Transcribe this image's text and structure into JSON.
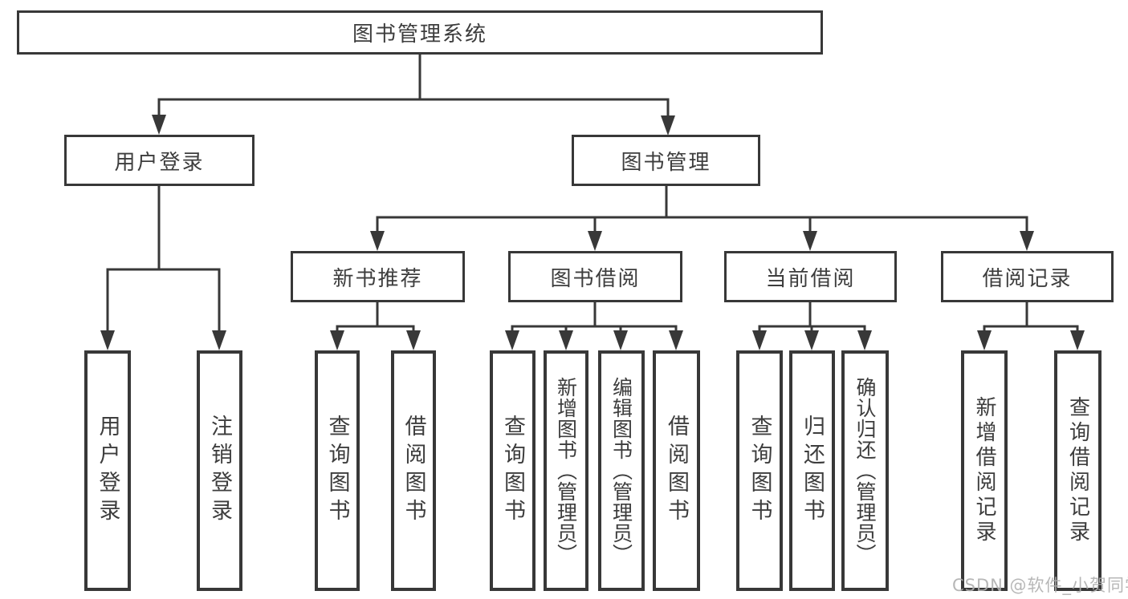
{
  "tree": {
    "root": {
      "label": "图书管理系统"
    },
    "branches": [
      {
        "label": "用户登录",
        "children": [
          {
            "label": "用户登录"
          },
          {
            "label": "注销登录"
          }
        ]
      },
      {
        "label": "图书管理",
        "children": [
          {
            "label": "新书推荐",
            "children": [
              {
                "label": "查询图书"
              },
              {
                "label": "借阅图书"
              }
            ]
          },
          {
            "label": "图书借阅",
            "children": [
              {
                "label": "查询图书"
              },
              {
                "label": "新增图书（管理员）"
              },
              {
                "label": "编辑图书（管理员）"
              },
              {
                "label": "借阅图书"
              }
            ]
          },
          {
            "label": "当前借阅",
            "children": [
              {
                "label": "查询图书"
              },
              {
                "label": "归还图书"
              },
              {
                "label": "确认归还（管理员）"
              }
            ]
          },
          {
            "label": "借阅记录",
            "children": [
              {
                "label": "新增借阅记录"
              },
              {
                "label": "查询借阅记录"
              }
            ]
          }
        ]
      }
    ]
  },
  "watermark": {
    "text": "CSDN @软件_小贺同学"
  },
  "colors": {
    "line": "#383838",
    "text": "#3d3d3d",
    "background": "#ffffff",
    "watermark": "#afafaf"
  }
}
